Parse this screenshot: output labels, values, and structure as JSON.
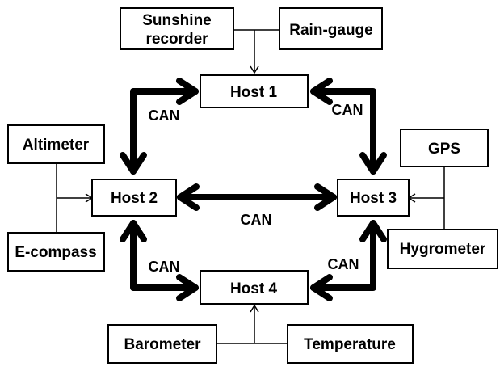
{
  "hosts": {
    "host1": "Host 1",
    "host2": "Host 2",
    "host3": "Host 3",
    "host4": "Host 4"
  },
  "sensors": {
    "sunshine_line1": "Sunshine",
    "sunshine_line2": "recorder",
    "rain_gauge": "Rain-gauge",
    "altimeter": "Altimeter",
    "e_compass": "E-compass",
    "gps": "GPS",
    "hygrometer": "Hygrometer",
    "barometer": "Barometer",
    "temperature": "Temperature"
  },
  "links": {
    "can_h1_h2": "CAN",
    "can_h1_h3": "CAN",
    "can_h2_h3": "CAN",
    "can_h2_h4": "CAN",
    "can_h3_h4": "CAN"
  },
  "colors": {
    "line": "#000000",
    "box_fill": "#ffffff"
  }
}
